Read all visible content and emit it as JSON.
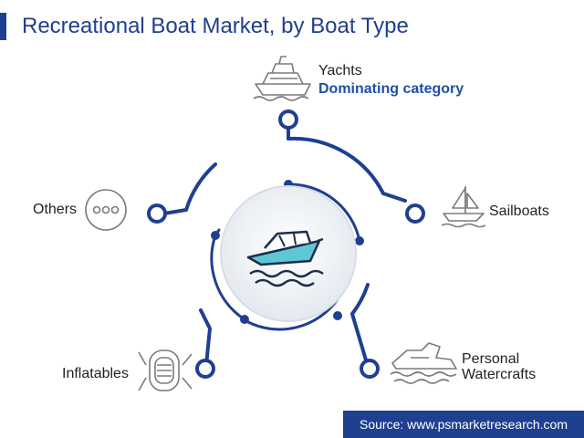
{
  "title": "Recreational Boat Market, by Boat Type",
  "center_icon": "motorboat-icon",
  "segments": [
    {
      "label": "Yachts",
      "note": "Dominating category",
      "icon": "yacht-icon"
    },
    {
      "label": "Sailboats",
      "icon": "sailboat-icon"
    },
    {
      "label_line1": "Personal",
      "label_line2": "Watercrafts",
      "icon": "jet-ski-icon"
    },
    {
      "label": "Inflatables",
      "icon": "inflatable-raft-icon"
    },
    {
      "label": "Others",
      "icon": "more-dots-icon"
    }
  ],
  "source": "Source: www.psmarketresearch.com",
  "colors": {
    "primary": "#1f3f8f",
    "accent": "#1f4fa8",
    "icon_gray": "#7a7a7a",
    "boat_fill": "#5ec7d6"
  }
}
